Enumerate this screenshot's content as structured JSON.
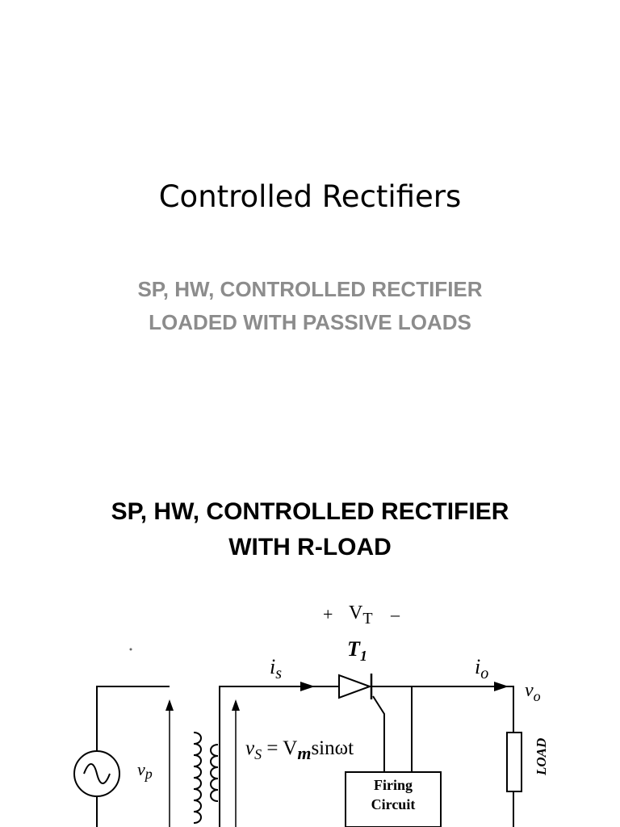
{
  "slide1": {
    "title": "Controlled Rectifiers",
    "subtitle_lines": [
      "SP, HW, CONTROLLED RECTIFIER",
      "LOADED WITH PASSIVE LOADS"
    ]
  },
  "slide2": {
    "heading_lines": [
      "SP, HW, CONTROLLED RECTIFIER",
      "WITH R-LOAD"
    ],
    "circuit": {
      "vt_plus": "+",
      "vt_label": "V",
      "vt_sub": "T",
      "vt_minus": "–",
      "is_label": "i",
      "is_sub": "s",
      "t1_label": "T",
      "t1_sub": "1",
      "io_label": "i",
      "io_sub": "o",
      "vo_label": "v",
      "vo_sub": "o",
      "vp_label": "v",
      "vp_sub": "p",
      "vs_lhs": "v",
      "vs_lhs_sub": "S",
      "vs_eq": " = V",
      "vs_m": "m",
      "vs_rhs": "sinωt",
      "firing_line1": "Firing",
      "firing_line2": "Circuit",
      "load_label": "LOAD"
    }
  }
}
